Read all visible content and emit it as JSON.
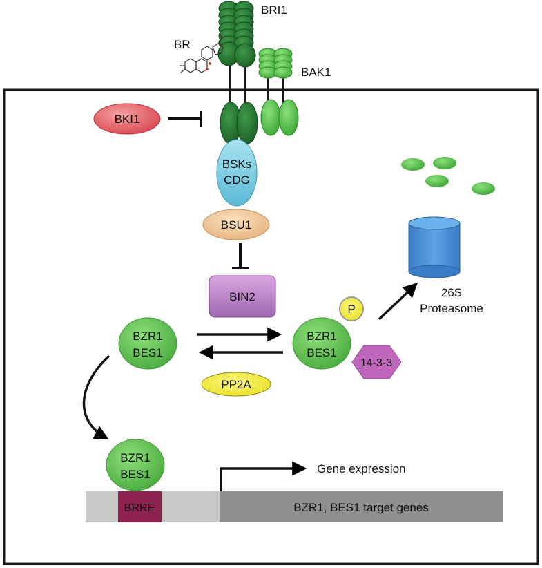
{
  "labels": {
    "bri1": "BRI1",
    "br": "BR",
    "bak1": "BAK1",
    "bki1": "BKI1",
    "bsks": "BSKs",
    "cdg": "CDG",
    "bsu1": "BSU1",
    "bin2": "BIN2",
    "bzr1_left": "BZR1",
    "bes1_left": "BES1",
    "bzr1_right": "BZR1",
    "bes1_right": "BES1",
    "p": "P",
    "fourteen33": "14-3-3",
    "pp2a": "PP2A",
    "proteasome_26s": "26S",
    "proteasome": "Proteasome",
    "bzr1_nucleus": "BZR1",
    "bes1_nucleus": "BES1",
    "brre": "BRRE",
    "gene_expression": "Gene expression",
    "target_genes": "BZR1, BES1 target genes"
  },
  "colors": {
    "bri1_dark_green": "#1f6a2c",
    "bak1_light_green": "#4fbf45",
    "bki1_red": "#e0555a",
    "bsks_blue": "#7ecfe0",
    "bsu1_tan": "#f0c79a",
    "bin2_purple": "#b57ac2",
    "bzr1_green": "#5cc04a",
    "p_yellow": "#f2e81a",
    "fourteen33_magenta": "#c066bd",
    "pp2a_yellow": "#f3ef3e",
    "proteasome_blue": "#4a8fd4",
    "brre_maroon": "#8e2150",
    "dna_light_gray": "#c8c8c8",
    "dna_dark_gray": "#8f8f8f"
  }
}
